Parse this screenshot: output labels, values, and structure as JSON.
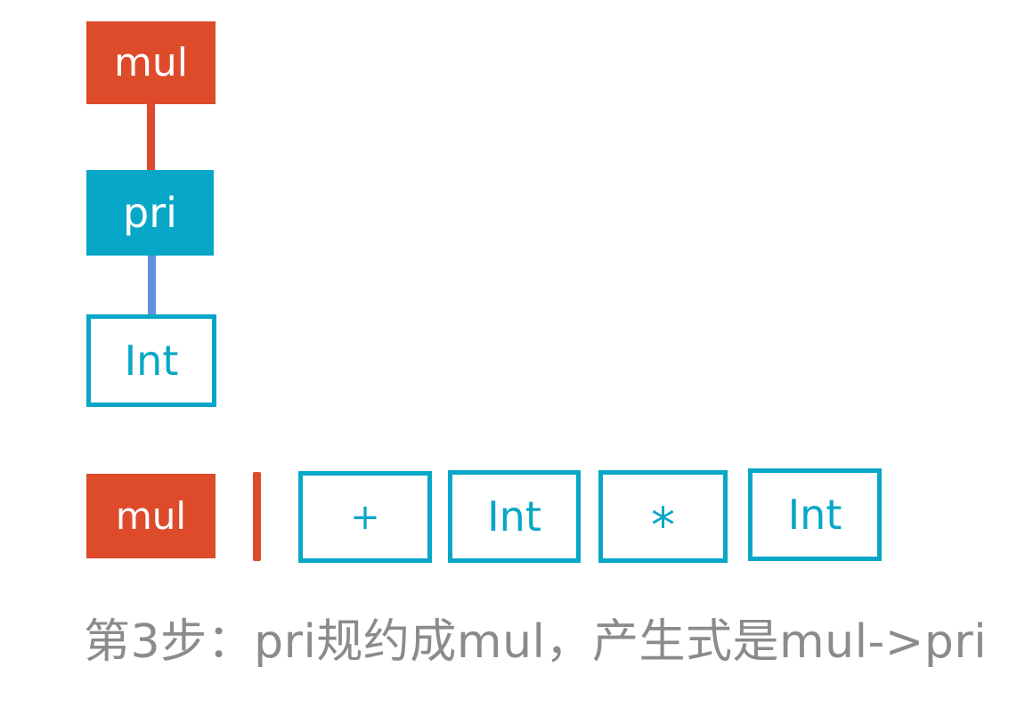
{
  "diagram": {
    "tree": {
      "root": {
        "label": "mul"
      },
      "child": {
        "label": "pri"
      },
      "leaf": {
        "label": "Int"
      }
    },
    "stack_row": {
      "reduced": {
        "label": "mul"
      },
      "tokens": [
        "+",
        "Int",
        "*",
        "Int"
      ]
    },
    "caption": "第3步：pri规约成mul，产生式是mul->pri"
  },
  "colors": {
    "accent-red": "#DD4B2B",
    "accent-teal": "#08A7C7",
    "edge-blue": "#6191D9",
    "caption-gray": "#8B8B8B"
  }
}
